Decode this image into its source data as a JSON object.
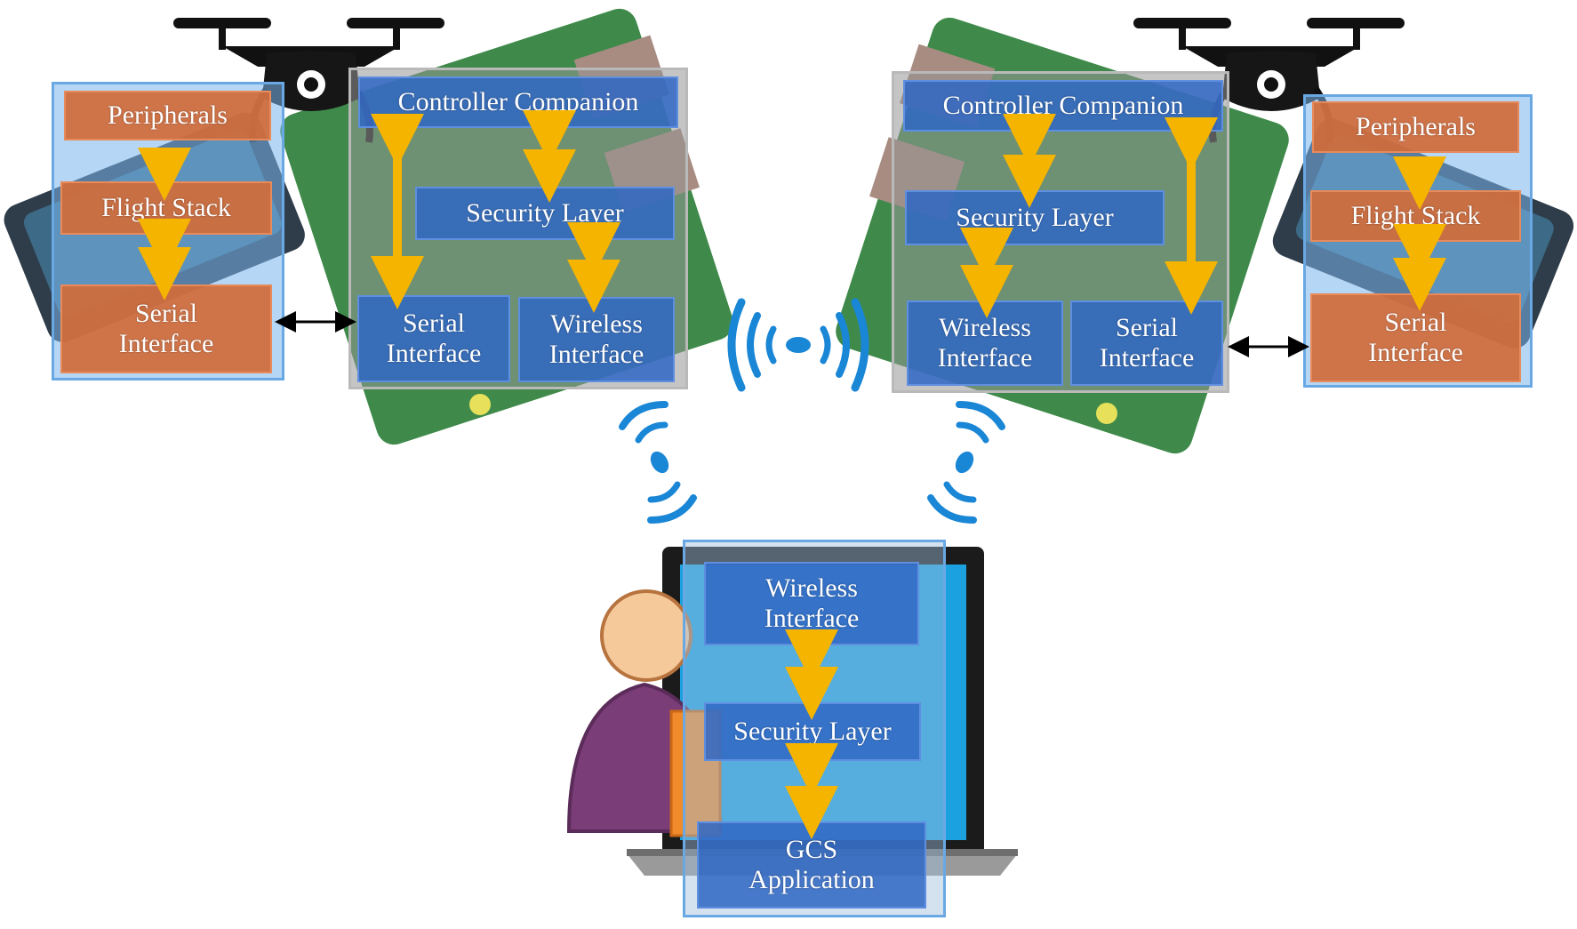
{
  "colors": {
    "blue_box": "#3068c4",
    "orange_box": "#d16b3a",
    "arrow": "#f5b400",
    "wireless": "#1a86d6",
    "person_body": "#7a3d78",
    "person_head": "#f6c99b"
  },
  "left_drone": {
    "fc": {
      "peripherals": "Peripherals",
      "flight_stack": "Flight Stack",
      "serial": "Serial\nInterface"
    },
    "companion": {
      "controller": "Controller Companion",
      "security": "Security Layer",
      "serial": "Serial\nInterface",
      "wireless": "Wireless\nInterface"
    }
  },
  "right_drone": {
    "fc": {
      "peripherals": "Peripherals",
      "flight_stack": "Flight Stack",
      "serial": "Serial\nInterface"
    },
    "companion": {
      "controller": "Controller Companion",
      "security": "Security Layer",
      "serial": "Serial\nInterface",
      "wireless": "Wireless\nInterface"
    }
  },
  "gcs": {
    "wireless": "Wireless\nInterface",
    "security": "Security Layer",
    "app": "GCS\nApplication"
  },
  "icons": {
    "drone": "drone-icon",
    "wireless": "wireless-signal-icon",
    "user": "user-icon",
    "laptop": "laptop-icon",
    "board": "raspberry-pi-board-icon",
    "flight_controller": "flight-controller-board-icon"
  }
}
